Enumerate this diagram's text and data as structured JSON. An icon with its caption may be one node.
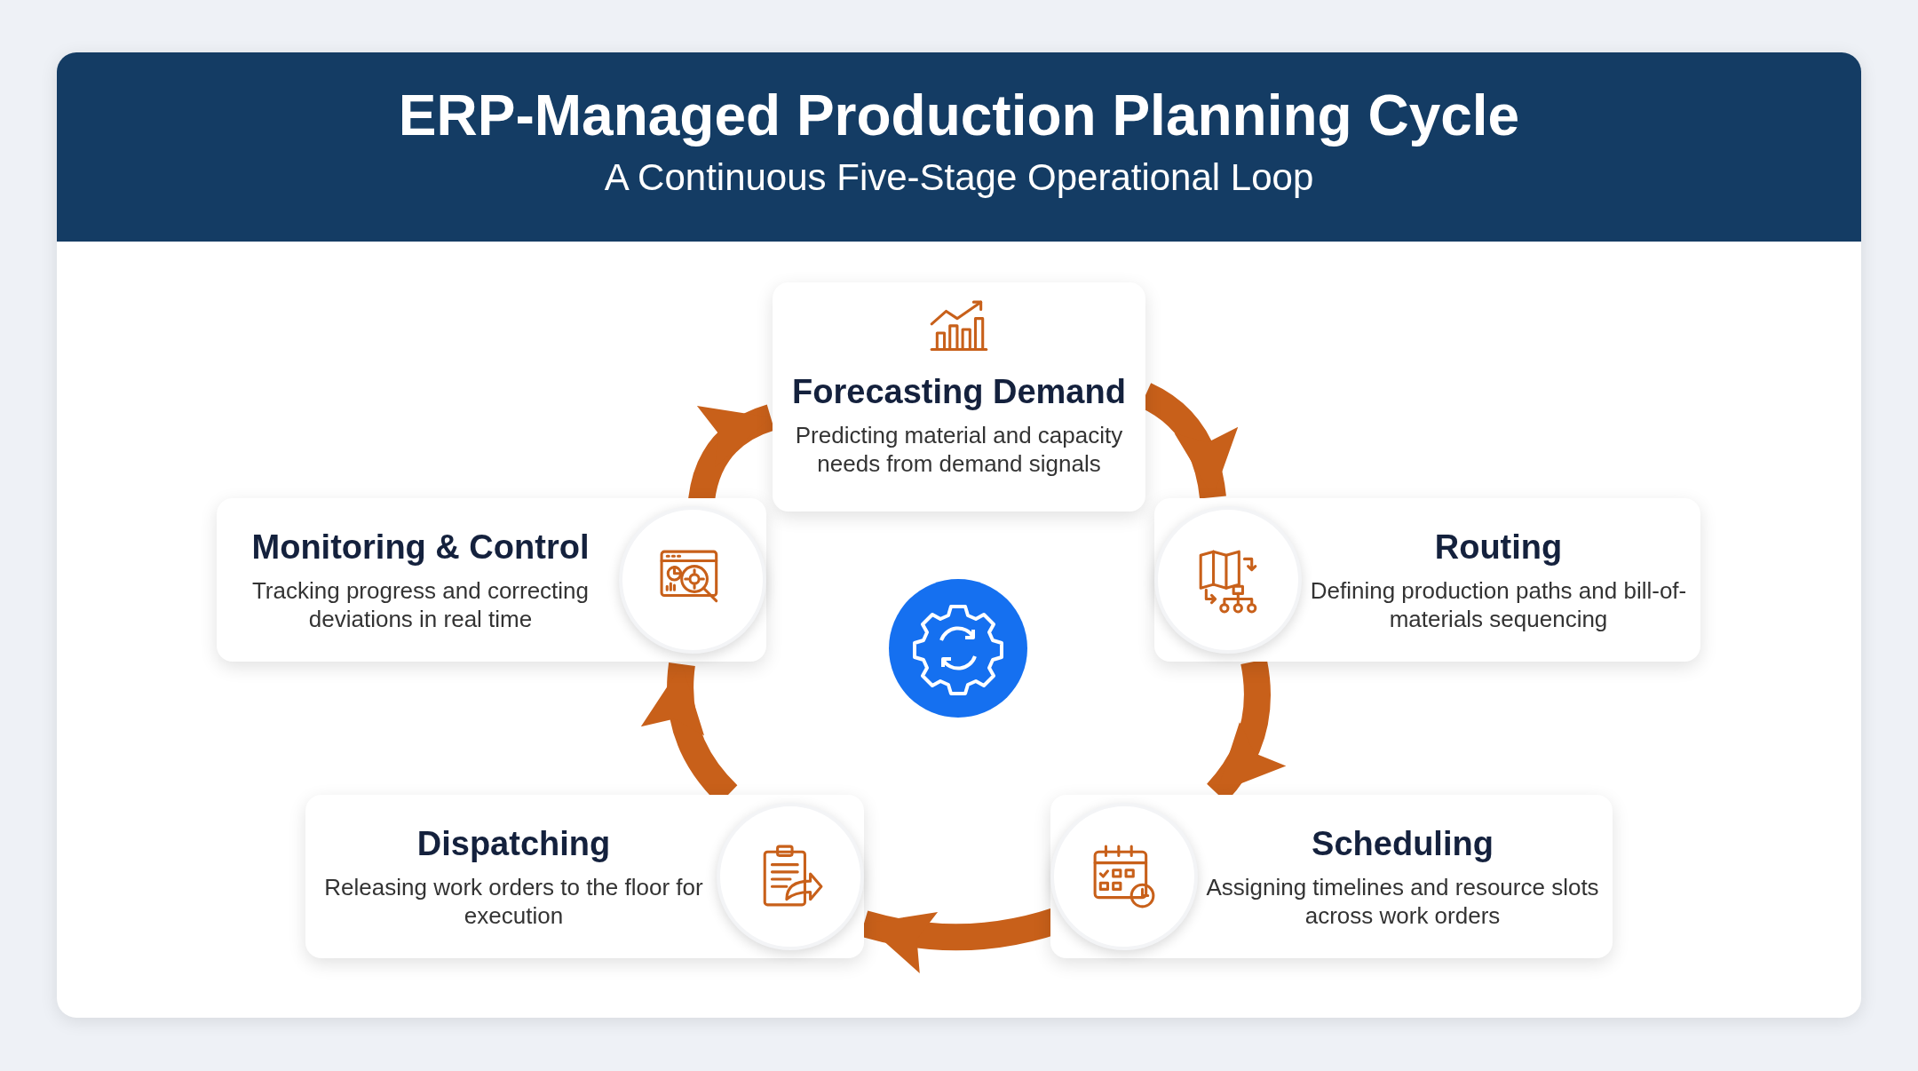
{
  "diagram": {
    "title": "ERP-Managed Production Planning Cycle",
    "nodes": [
      {
        "text": [
          "Forecasting Demand",
          "Predicting material and capacity needs from demand signals"
        ]
      },
      {
        "text": [
          "Routing",
          "Defining production paths and bill-of-materials sequencing"
        ]
      },
      {
        "text": [
          "Scheduling",
          "Assigning timelines and resource slots across work orders"
        ]
      },
      {
        "text": [
          "Dispatching",
          "Releasing work orders to the floor for execution"
        ]
      },
      {
        "text": [
          "Monitoring & Control",
          "Tracking progress and correcting deviations in real time"
        ]
      }
    ],
    "edges": [
      {
        "from": 0,
        "to": 1,
        "arrow": "to"
      },
      {
        "from": 1,
        "to": 2,
        "arrow": "to"
      },
      {
        "from": 2,
        "to": 3,
        "arrow": "to"
      },
      {
        "from": 3,
        "to": 4,
        "arrow": "to"
      },
      {
        "from": 4,
        "to": 0,
        "arrow": "to"
      }
    ],
    "labels": [
      "A Continuous Five-Stage Operational Loop"
    ]
  }
}
